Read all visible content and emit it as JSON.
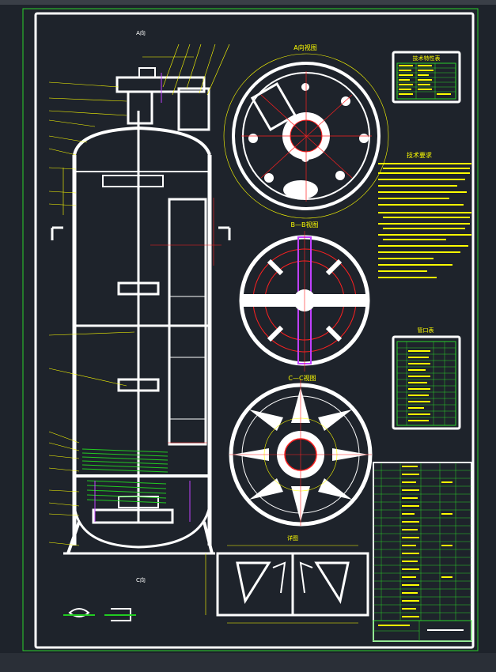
{
  "drawing": {
    "view_a_title": "A向视图",
    "view_b_title": "B—B视图",
    "view_c_title": "C—C视图",
    "tech_params_title": "技术特性表",
    "tech_req_title": "技术要求",
    "nozzle_table_title": "管口表",
    "detail_title": "详图",
    "arrow_a": "A向",
    "arrow_c": "C向"
  },
  "colors": {
    "background": "#1e232b",
    "frame": "#ffffff",
    "outline_green": "#2bd12b",
    "text_yellow": "#ffff00",
    "dim_red": "#ff2020",
    "accent_magenta": "#c040ff",
    "coil_green": "#22cc22"
  }
}
